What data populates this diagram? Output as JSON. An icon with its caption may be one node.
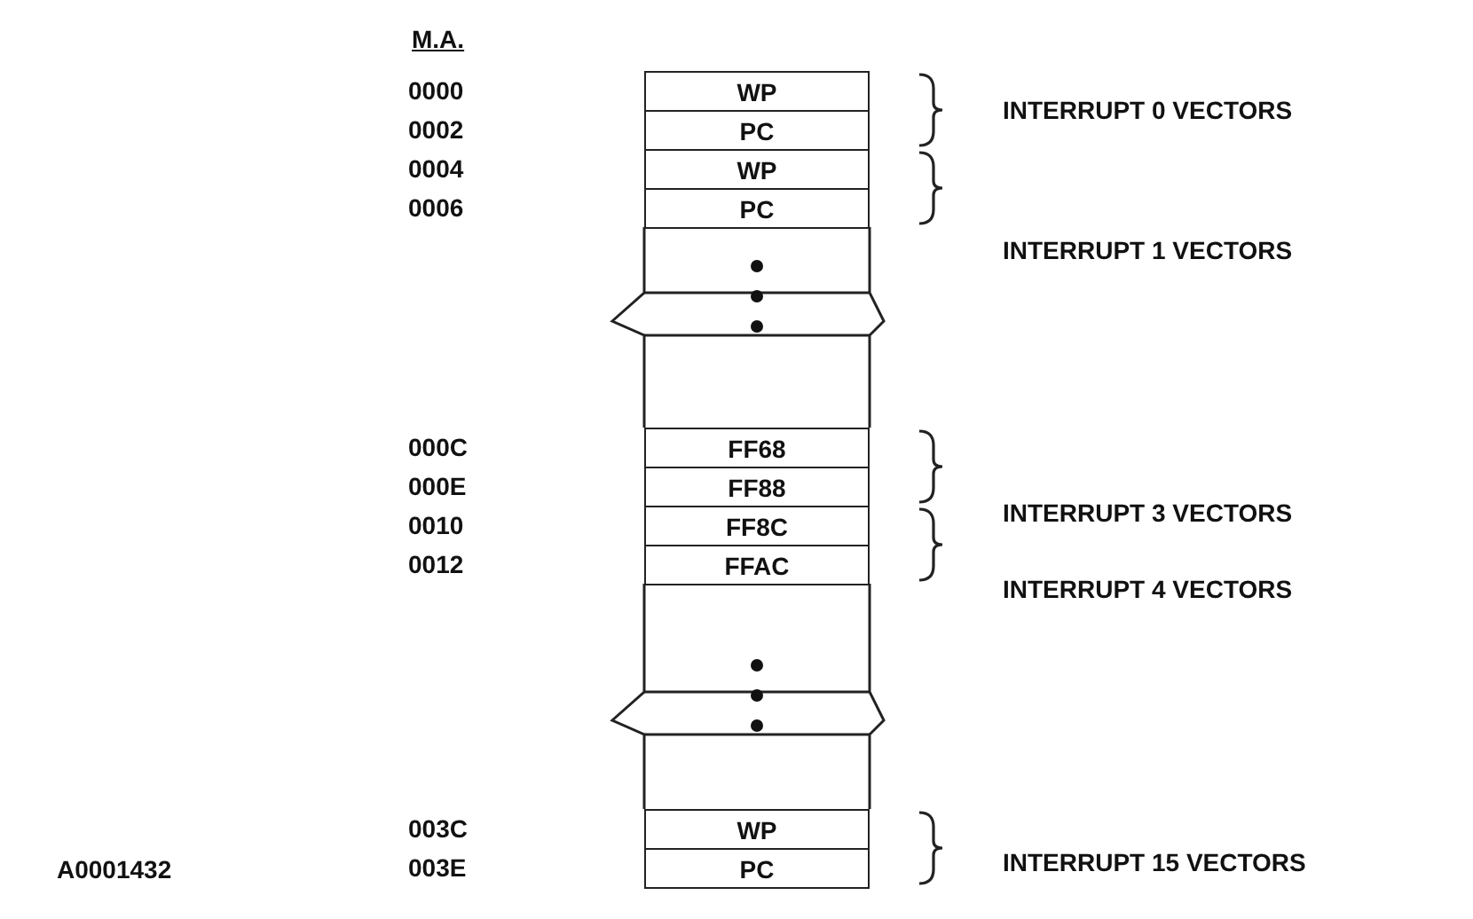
{
  "diagram": {
    "nodes": [
      {
        "text": [
          "WP"
        ]
      },
      {
        "text": [
          "PC"
        ]
      },
      {
        "text": [
          "WP"
        ]
      },
      {
        "text": [
          "PC"
        ]
      },
      {
        "text": [
          "FF68"
        ]
      },
      {
        "text": [
          "FF88"
        ]
      },
      {
        "text": [
          "FF8C"
        ]
      },
      {
        "text": [
          "FFAC"
        ]
      },
      {
        "text": [
          "WP"
        ]
      },
      {
        "text": [
          "PC"
        ]
      }
    ],
    "edges": [],
    "labels": [
      "M.A.",
      "0000",
      "INTERRUPT 0 VECTORS",
      "0002",
      "0004",
      "0006",
      "INTERRUPT 1 VECTORS",
      "000C",
      "000E",
      "INTERRUPT 3 VECTORS",
      "0010",
      "0012",
      "INTERRUPT 4 VECTORS",
      "003C",
      "A0001432",
      "003E",
      "INTERRUPT 15 VECTORS"
    ]
  }
}
